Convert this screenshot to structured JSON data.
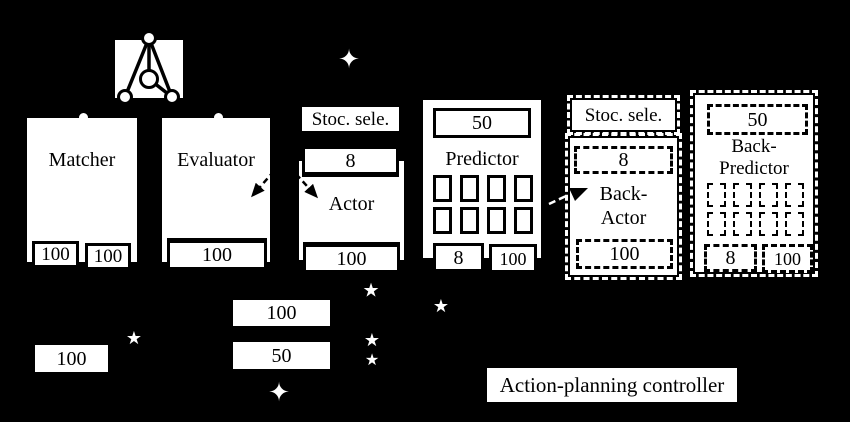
{
  "figure": {
    "background": "#000000",
    "box_fill": "#ffffff",
    "text_color": "#000000",
    "star_color": "#ffffff"
  },
  "icons": {
    "star": "★",
    "sparkle": "✦",
    "network_graph": "triangle-of-nodes"
  },
  "modules": {
    "matcher": {
      "label": "Matcher",
      "outputs": [
        "100",
        "100"
      ]
    },
    "evaluator": {
      "label": "Evaluator",
      "output": "100"
    },
    "actor": {
      "selector": "Stoc. sele.",
      "input": "8",
      "label": "Actor",
      "output": "100"
    },
    "predictor": {
      "input": "50",
      "label": "Predictor",
      "outputs": [
        "8",
        "100"
      ]
    },
    "back_actor": {
      "selector": "Stoc. sele.",
      "input": "8",
      "label_line1": "Back-",
      "label_line2": "Actor",
      "output": "100"
    },
    "back_predictor": {
      "input": "50",
      "label_line1": "Back-",
      "label_line2": "Predictor",
      "outputs": [
        "8",
        "100"
      ]
    }
  },
  "floating_values": {
    "bottom_left": "100",
    "mid_upper": "100",
    "mid_lower": "50"
  },
  "caption": "Action-planning controller"
}
